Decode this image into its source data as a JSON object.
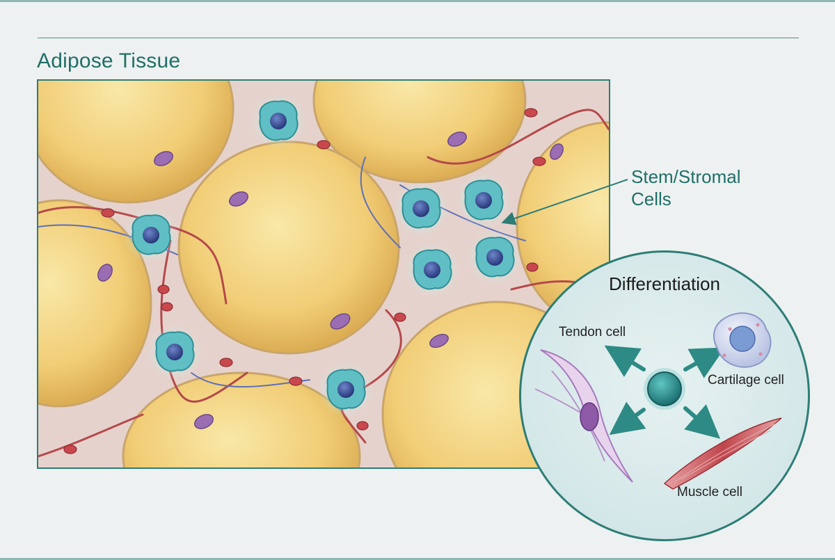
{
  "title": "Adipose Tissue",
  "callout": {
    "label": "Stem/Stromal\nCells"
  },
  "differentiation": {
    "title": "Differentiation",
    "cells": [
      {
        "label": "Tendon cell"
      },
      {
        "label": "Cartilage cell"
      },
      {
        "label": "Muscle cell"
      }
    ]
  },
  "colors": {
    "accent": "#2d7d76",
    "fat_cell": "#f1cd76",
    "stem_cell": "#5fbfc4",
    "vessel": "#b5484b"
  }
}
